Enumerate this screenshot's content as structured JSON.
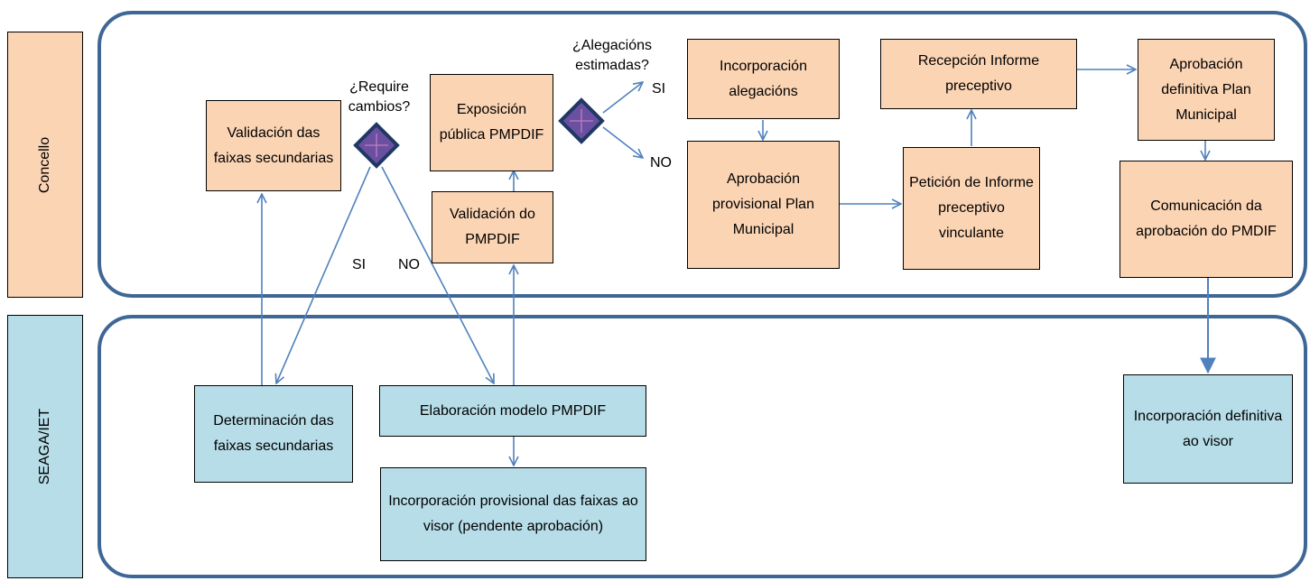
{
  "lanes": {
    "concello": "Concello",
    "seaga": "SEAGA/IET"
  },
  "concello": {
    "validacion_faixas": "Validación das faixas secundarias",
    "exposicion": "Exposición pública PMPDIF",
    "validacion_pmpdif": "Validación do PMPDIF",
    "incorporacion_alegacions": "Incorporación alegacións",
    "aprobacion_provisional": "Aprobación provisional Plan Municipal",
    "peticion_informe": "Petición de Informe preceptivo vinculante",
    "recepcion_informe": "Recepción Informe preceptivo",
    "aprobacion_definitiva": "Aprobación definitiva Plan Municipal",
    "comunicacion": "Comunicación da aprobación do PMDIF"
  },
  "seaga": {
    "determinacion": "Determinación das faixas secundarias",
    "elaboracion": "Elaboración modelo PMPDIF",
    "incorporacion_provisional": "Incorporación provisional das faixas ao visor (pendente aprobación)",
    "incorporacion_definitiva": "Incorporación definitiva ao visor"
  },
  "decisions": {
    "require_q": "¿Require cambios?",
    "alegacions_q": "¿Alegacións estimadas?",
    "si": "SI",
    "no": "NO"
  },
  "colors": {
    "orange": "#fbd4b4",
    "blue": "#b7dde8",
    "lane": "#3f6796",
    "arrow": "#4f81bd",
    "diamond": "#6b4fa0"
  }
}
